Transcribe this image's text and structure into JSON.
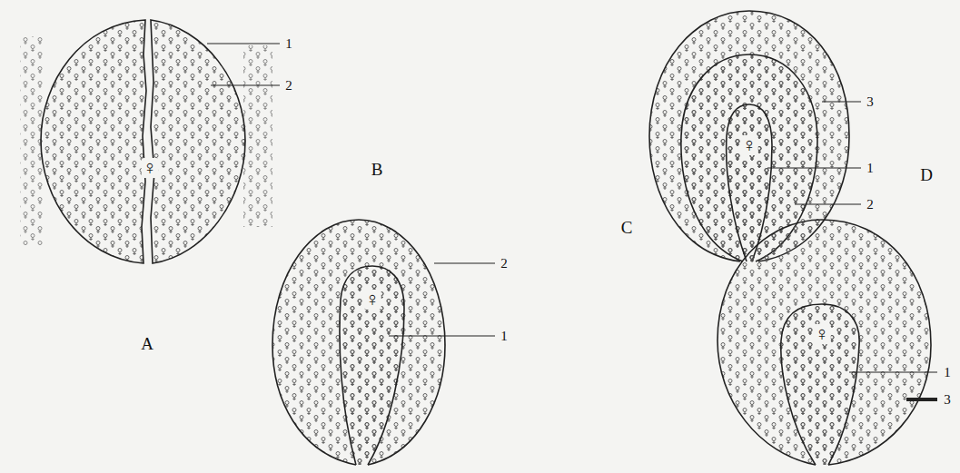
{
  "diagram": {
    "labels": [
      "1",
      "2",
      "♀",
      "A",
      "2",
      "1",
      "♀",
      "B",
      "3",
      "1",
      "2",
      "♀",
      "C",
      "1",
      "3",
      "♀",
      "D"
    ]
  }
}
